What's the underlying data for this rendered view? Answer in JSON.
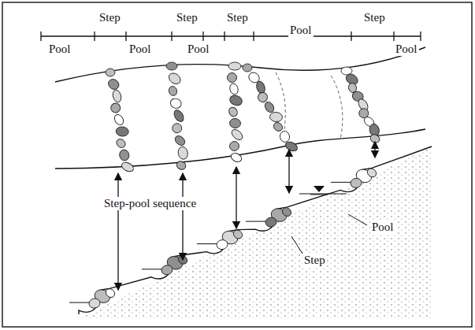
{
  "diagram": {
    "labels": [
      "Step",
      "Step",
      "Step",
      "Pool",
      "Step",
      "Pool",
      "Pool",
      "Pool",
      "Pool",
      "Step-pool sequence",
      "Pool",
      "Step"
    ]
  }
}
